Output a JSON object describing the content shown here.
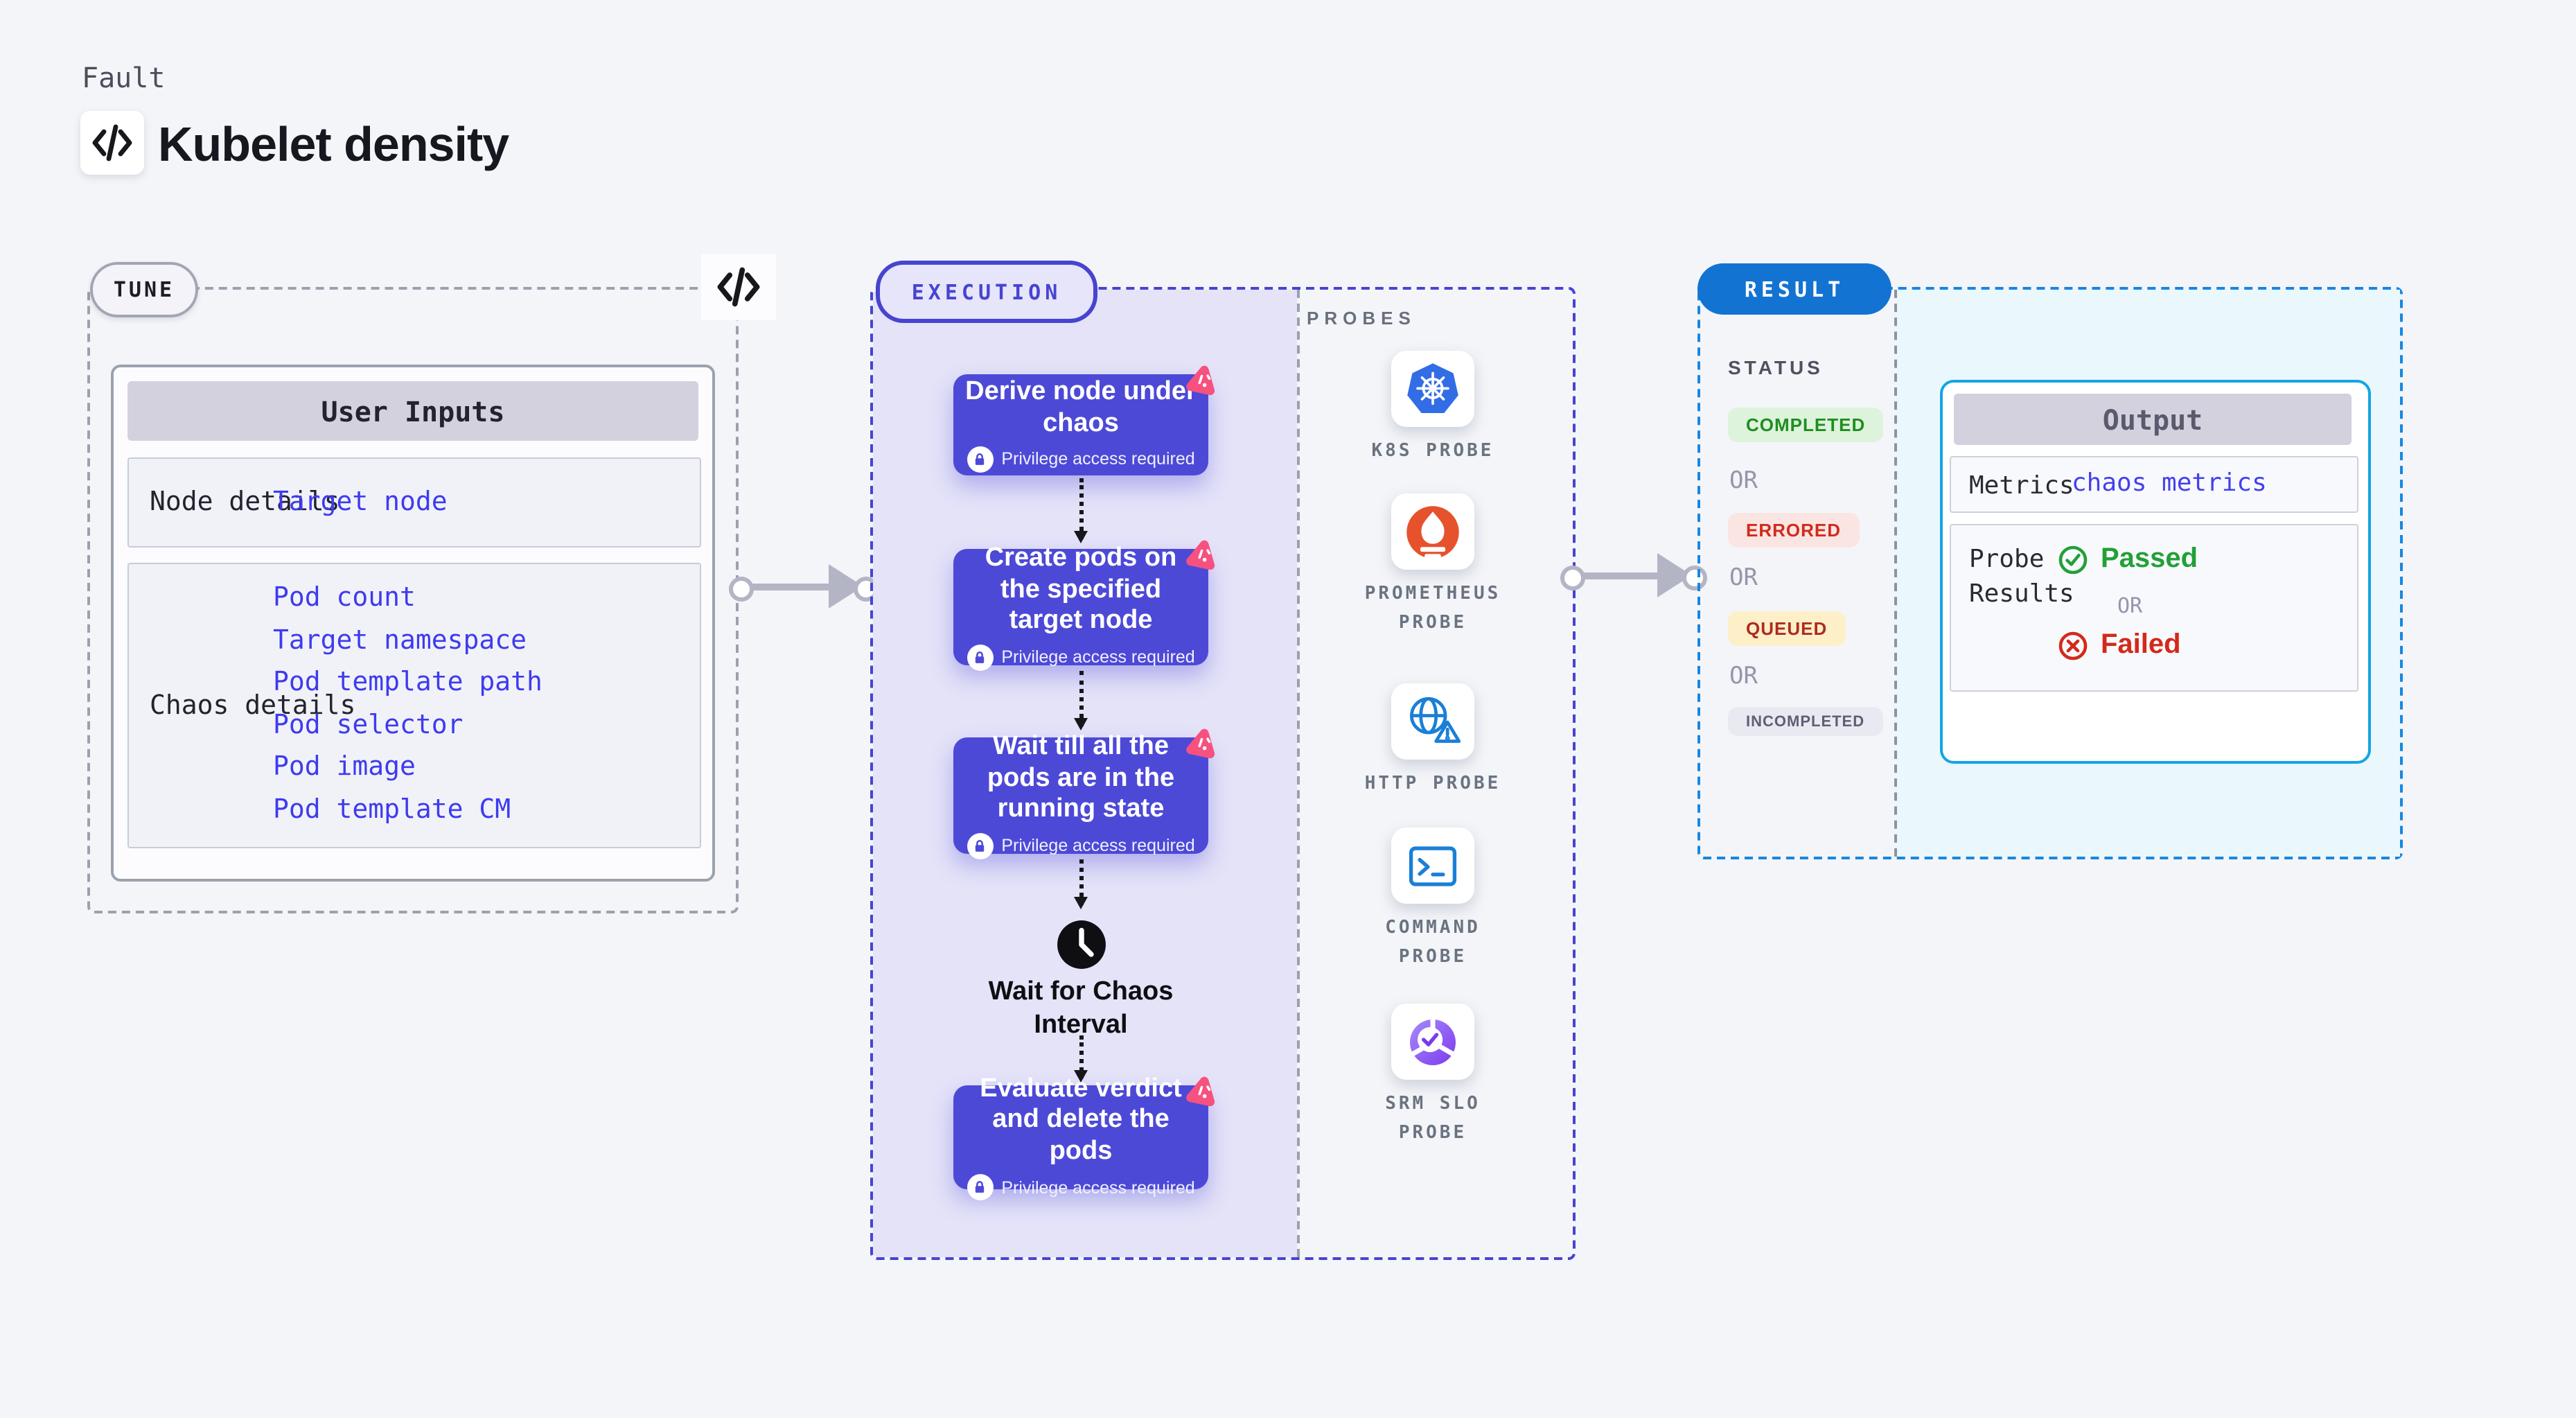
{
  "page": {
    "kicker": "Fault",
    "title": "Kubelet density"
  },
  "tune": {
    "badge": "TUNE",
    "table_header": "User Inputs",
    "node_row": {
      "label": "Node details",
      "value": "Target node"
    },
    "chaos_row": {
      "label": "Chaos details",
      "values": [
        "Pod count",
        "Target namespace",
        "Pod template path",
        "Pod selector",
        "Pod image",
        "Pod template CM"
      ]
    }
  },
  "execution": {
    "badge": "EXECUTION",
    "privilege_note": "Privilege access required",
    "steps": [
      "Derive node under chaos",
      "Create pods on the specified target node",
      "Wait till all the pods are in the running state",
      "Evaluate verdict and delete the pods"
    ],
    "wait_label": "Wait for Chaos Interval"
  },
  "probes": {
    "label": "PROBES",
    "items": [
      {
        "name": "K8S PROBE",
        "icon": "kubernetes-icon"
      },
      {
        "name": "PROMETHEUS PROBE",
        "icon": "prometheus-icon"
      },
      {
        "name": "HTTP PROBE",
        "icon": "globe-warning-icon"
      },
      {
        "name": "COMMAND PROBE",
        "icon": "terminal-icon"
      },
      {
        "name": "SRM SLO PROBE",
        "icon": "slo-gauge-icon"
      }
    ]
  },
  "result": {
    "badge": "RESULT",
    "status_label": "STATUS",
    "or_label": "OR",
    "statuses": [
      {
        "label": "COMPLETED",
        "type": "completed"
      },
      {
        "label": "ERRORED",
        "type": "errored"
      },
      {
        "label": "QUEUED",
        "type": "queued"
      },
      {
        "label": "INCOMPLETED",
        "type": "incompleted"
      }
    ],
    "output": {
      "header": "Output",
      "metrics_label": "Metrics",
      "metrics_value": "chaos metrics",
      "probe_results_label": "Probe Results",
      "passed_label": "Passed",
      "failed_label": "Failed",
      "or_label": "OR"
    }
  },
  "colors": {
    "accent_indigo": "#4744d0",
    "step_card": "#4d49d7",
    "result_blue": "#1373d2",
    "result_dash": "#1787e0",
    "output_border": "#14a5e3",
    "link_blue": "#3e3bef",
    "passed_green": "#22a038",
    "failed_red": "#d3291b",
    "pink_badge": "#f7517f",
    "kubernetes_blue": "#326de6",
    "prometheus_orange": "#e6522c",
    "arrow_gray": "#b3b5c4"
  }
}
